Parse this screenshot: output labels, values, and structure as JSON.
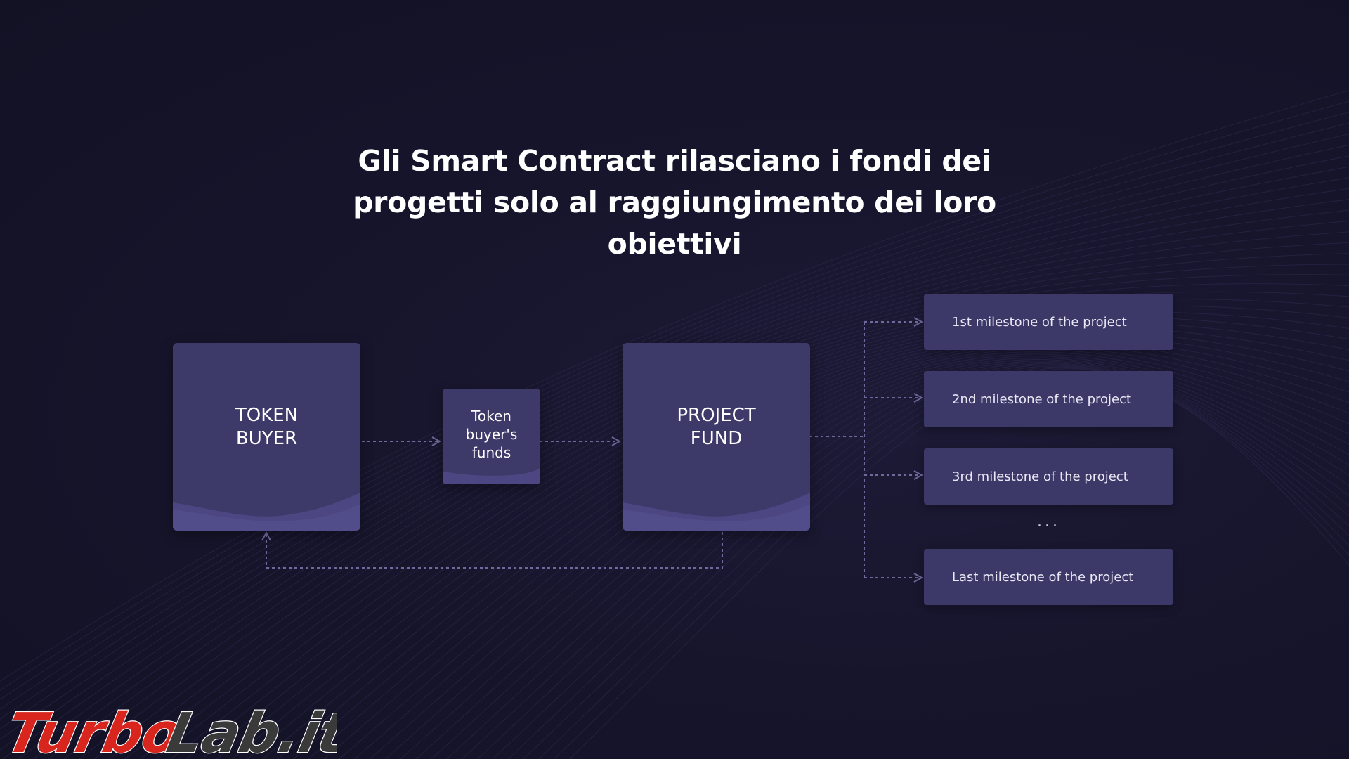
{
  "title": "Gli Smart Contract rilasciano i fondi dei progetti solo al raggiungimento dei loro obiettivi",
  "nodes": {
    "token_buyer": "TOKEN\nBUYER",
    "funds": "Token\nbuyer's\nfunds",
    "project_fund": "PROJECT\nFUND"
  },
  "milestones": [
    "1st milestone of the project",
    "2nd milestone of the project",
    "3rd milestone of the project",
    "Last milestone of the project"
  ],
  "ellipsis": "...",
  "logo": {
    "text": "TurboLab.it",
    "colors": {
      "turbo": "#d8261f",
      "lab": "#3a3a3a"
    }
  },
  "colors": {
    "background": "#17152c",
    "box": "#3d3a69",
    "connector": "#6f6a9e",
    "text": "#ffffff"
  }
}
